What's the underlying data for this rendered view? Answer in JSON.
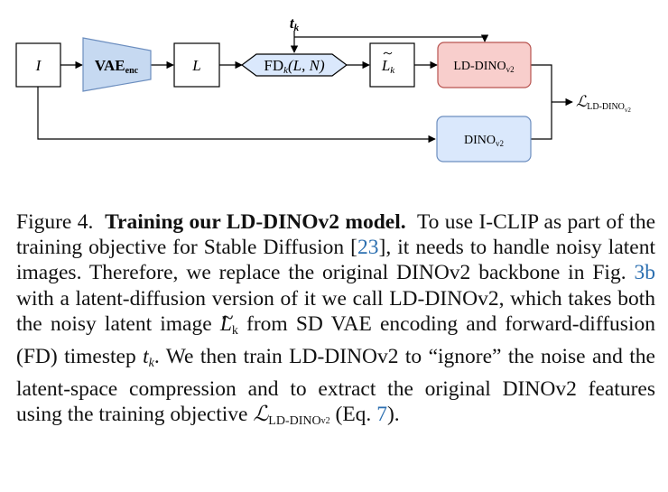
{
  "diagram": {
    "input_image": "I",
    "vae_encoder": {
      "main": "VAE",
      "sub": "enc"
    },
    "latent": "L",
    "forward_diffusion": {
      "prefix": "FD",
      "k": "k",
      "args": "(L, N)"
    },
    "noisy_latent": {
      "main": "L",
      "sub": "k"
    },
    "timestep": {
      "main": "t",
      "sub": "k"
    },
    "ld_dino": {
      "main": "LD-DINO",
      "sub": "v2"
    },
    "dino": {
      "main": "DINO",
      "sub": "v2"
    },
    "loss": {
      "main": "ℒ",
      "sub": "LD-DINO",
      "subsub": "v2"
    },
    "colors": {
      "vae_fill": "#c6d9f1",
      "vae_stroke": "#6c8ebf",
      "fd_fill": "#dae8fc",
      "ld_dino_fill": "#f8cecc",
      "ld_dino_stroke": "#b85450",
      "dino_fill": "#dae8fc",
      "dino_stroke": "#6c8ebf",
      "line": "#000000"
    }
  },
  "caption": {
    "label": "Figure 4.",
    "bold_title": "Training our LD-DINOv2 model.",
    "s1": "To use I-CLIP as part of the training objective for Stable Diffusion [",
    "cite1": "23",
    "s2": "], it needs to handle noisy latent images. Therefore, we replace the original DINOv2 backbone in Fig. ",
    "fig_ref": "3b",
    "s3": " with a latent-diffusion version of it we call LD-DINOv2, which takes both the noisy latent image ",
    "math_latent": "L",
    "math_latent_sub": "k",
    "s4": " from SD VAE encoding and forward-diffusion (FD) timestep ",
    "math_t": "t",
    "math_t_sub": "k",
    "s5": ". We then train LD-DINOv2 to “ignore” the noise and the latent-space compression and to extract the original DINOv2 features using the training objective ",
    "math_loss": "ℒ",
    "math_loss_sub": "LD-DINO",
    "math_loss_subsub": "v2",
    "s6": " (Eq. ",
    "eq_ref": "7",
    "s7": ")."
  }
}
